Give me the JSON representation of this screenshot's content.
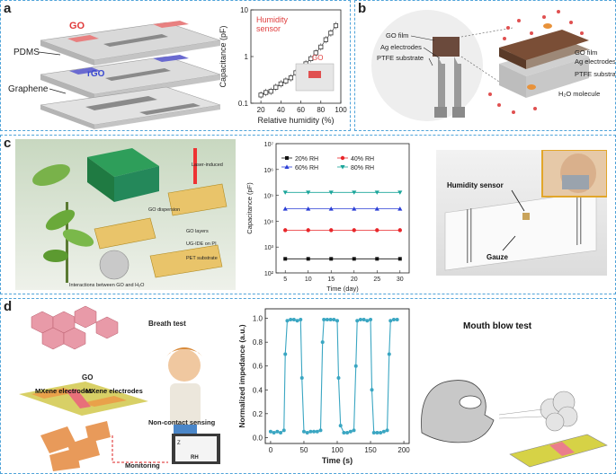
{
  "panels": {
    "a": {
      "label": "a",
      "illustration": {
        "go": "GO",
        "pdms": "PDMS",
        "rgo": "rGO",
        "graphene": "Graphene"
      },
      "chart_data": {
        "type": "scatter",
        "xlabel": "Relative humidity (%)",
        "ylabel": "Capacitance (pF)",
        "legend_title": "Humidity sensor",
        "inset_label": "GO",
        "yscale": "log",
        "xlim": [
          10,
          100
        ],
        "ylim": [
          0.1,
          10
        ],
        "xticks": [
          "20",
          "40",
          "60",
          "80",
          "100"
        ],
        "yticks": [
          "0.1",
          "1",
          "10"
        ],
        "x": [
          20,
          25,
          30,
          35,
          40,
          45,
          50,
          55,
          60,
          65,
          70,
          75,
          80,
          85,
          90,
          95
        ],
        "y": [
          0.15,
          0.17,
          0.18,
          0.22,
          0.26,
          0.3,
          0.35,
          0.45,
          0.55,
          0.7,
          0.9,
          1.2,
          1.6,
          2.3,
          3.2,
          4.6
        ]
      }
    },
    "b": {
      "label": "b",
      "left": {
        "go_film": "GO film",
        "ag": "Ag electrodes",
        "ptfe": "PTFE substrate"
      },
      "right": {
        "go_film": "GO film",
        "ag": "Ag electrodes",
        "ptfe": "PTFE substrate",
        "h2o": "H₂O molecule"
      }
    },
    "c": {
      "label": "c",
      "illustration": {
        "laser": "Laser-induced",
        "go_dispersion": "GO dispersion",
        "go_layers": "GO layers",
        "ug_ide": "UG-IDE on PI",
        "pet": "PET substrate",
        "interactions": "Interactions between GO and H₂O"
      },
      "chart_data": {
        "type": "line",
        "xlabel": "Time (day)",
        "ylabel": "Capacitance (pF)",
        "yscale": "log",
        "xlim": [
          3,
          32
        ],
        "ylim": [
          100,
          10000000
        ],
        "xticks": [
          "5",
          "10",
          "15",
          "20",
          "25",
          "30"
        ],
        "yticks": [
          "10²",
          "10³",
          "10⁴",
          "10⁵",
          "10⁶",
          "10⁷"
        ],
        "x": [
          5,
          10,
          15,
          20,
          25,
          30
        ],
        "series": [
          {
            "name": "20% RH",
            "values": [
              350,
              350,
              350,
              350,
              350,
              350
            ],
            "color": "#111111",
            "marker": "square"
          },
          {
            "name": "40% RH",
            "values": [
              4500,
              4500,
              4500,
              4500,
              4500,
              4500
            ],
            "color": "#e8262a",
            "marker": "circle"
          },
          {
            "name": "60% RH",
            "values": [
              30000,
              30000,
              30000,
              30000,
              30000,
              30000
            ],
            "color": "#2b3fd6",
            "marker": "triangle"
          },
          {
            "name": "80% RH",
            "values": [
              130000,
              130000,
              130000,
              130000,
              130000,
              130000
            ],
            "color": "#1aa59a",
            "marker": "triangle-down"
          }
        ]
      },
      "photo": {
        "sensor_label": "Humidity sensor",
        "gauze_label": "Gauze"
      }
    },
    "d": {
      "label": "d",
      "illustration": {
        "breath_test": "Breath test",
        "go": "GO",
        "mxene_left": "MXene electrodes",
        "mxene_right": "MXene electrodes",
        "non_contact": "Non-contact sensing",
        "monitoring": "Monitoring",
        "laptop_rh": "RH",
        "laptop_z": "Z"
      },
      "chart_data": {
        "type": "line",
        "xlabel": "Time (s)",
        "ylabel": "Normalized impedance (a.u.)",
        "xlim": [
          -8,
          208
        ],
        "ylim": [
          -0.05,
          1.08
        ],
        "xticks": [
          "0",
          "50",
          "100",
          "150",
          "200"
        ],
        "yticks": [
          "0.0",
          "0.2",
          "0.4",
          "0.6",
          "0.8",
          "1.0"
        ],
        "x": [
          0,
          5,
          10,
          15,
          20,
          22,
          25,
          30,
          35,
          40,
          45,
          47,
          50,
          55,
          60,
          65,
          70,
          75,
          78,
          80,
          85,
          90,
          95,
          100,
          102,
          105,
          110,
          115,
          120,
          125,
          128,
          130,
          135,
          140,
          145,
          150,
          152,
          155,
          160,
          165,
          170,
          175,
          178,
          180,
          185,
          190
        ],
        "y": [
          0.05,
          0.04,
          0.05,
          0.04,
          0.06,
          0.7,
          0.98,
          0.99,
          0.99,
          0.98,
          0.99,
          0.5,
          0.05,
          0.04,
          0.05,
          0.05,
          0.05,
          0.06,
          0.8,
          0.99,
          0.99,
          0.99,
          0.99,
          0.98,
          0.5,
          0.1,
          0.04,
          0.04,
          0.05,
          0.06,
          0.6,
          0.98,
          0.99,
          0.99,
          0.98,
          0.99,
          0.4,
          0.04,
          0.04,
          0.04,
          0.05,
          0.06,
          0.7,
          0.98,
          0.99,
          0.99
        ]
      },
      "mouth_blow": {
        "title": "Mouth blow test"
      }
    }
  }
}
